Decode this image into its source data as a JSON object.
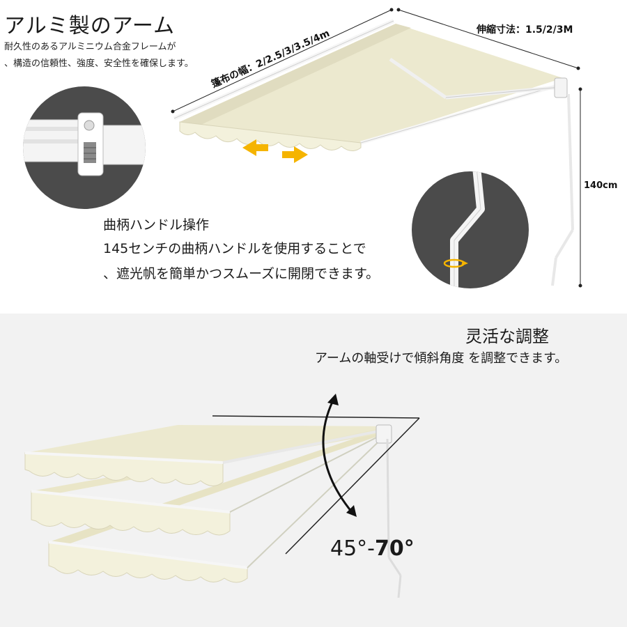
{
  "aluminum": {
    "title": "アルミ製のアーム",
    "desc_line1": "耐久性のあるアルミニウム合金フレームが",
    "desc_line2": "、構造の信頼性、強度、安全性を確保します。"
  },
  "dimensions": {
    "width": "篷布の幅：2/2.5/3/3.5/4m",
    "extension": "伸縮寸法：1.5/2/3M",
    "height": "140cm"
  },
  "crank": {
    "title": "曲柄ハンドル操作",
    "desc_line1": "145センチの曲柄ハンドルを使用することで",
    "desc_line2": "、遮光帆を簡単かつスムーズに開閉できます。"
  },
  "adjust": {
    "title": "灵活な調整",
    "desc": "アームの軸受けで傾斜角度 を調整できます。",
    "angle_min": "45°-",
    "angle_max": "70°"
  },
  "colors": {
    "canvas": "#ece9cf",
    "frame": "#f4f4f4",
    "dark_circle": "#4a4a4a",
    "arrow": "#f5b400"
  },
  "icons": [
    "bidirectional-arrow-icon",
    "rotate-arrow-icon",
    "curved-angle-arrow-icon"
  ]
}
